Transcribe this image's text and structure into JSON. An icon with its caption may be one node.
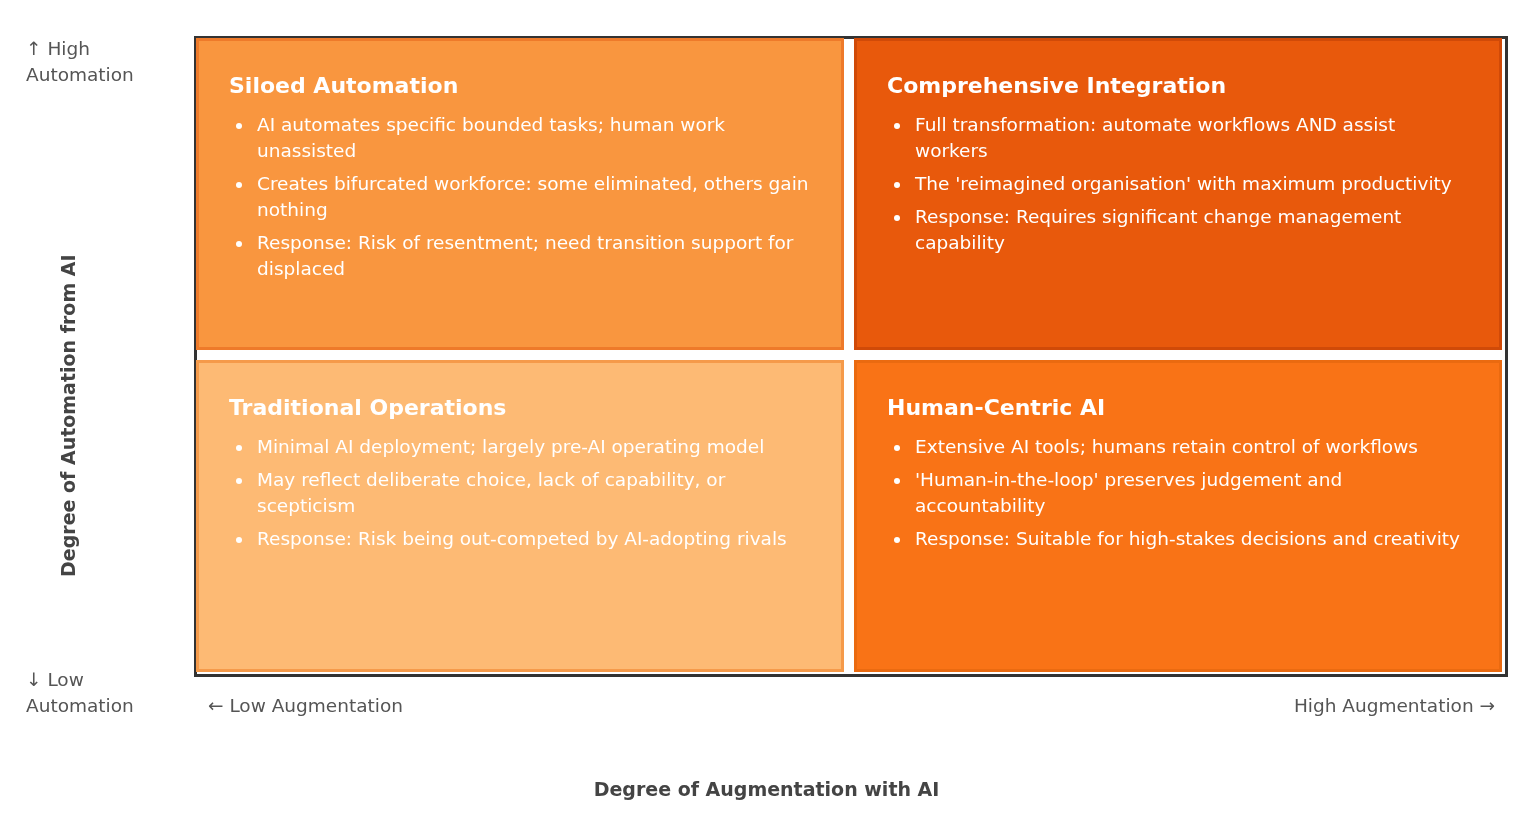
{
  "diagram": {
    "nodes": [
      {
        "text": [
          "Siloed Automation",
          "AI automates specific bounded tasks; human work unassisted",
          "Creates bifurcated workforce: some eliminated, others gain nothing",
          "Response: Risk of resentment; need transition support for displaced"
        ]
      },
      {
        "text": [
          "Comprehensive Integration",
          "Full transformation: automate workflows AND assist workers",
          "The 'reimagined organisation' with maximum productivity",
          "Response: Requires significant change management capability"
        ]
      },
      {
        "text": [
          "Traditional Operations",
          "Minimal AI deployment; largely pre-AI operating model",
          "May reflect deliberate choice, lack of capability, or scepticism",
          "Response: Risk being out-competed by AI-adopting rivals"
        ]
      },
      {
        "text": [
          "Human-Centric AI",
          "Extensive AI tools; humans retain control of workflows",
          "'Human-in-the-loop' preserves judgement and accountability",
          "Response: Suitable for high-stakes decisions and creativity"
        ]
      }
    ],
    "edges": [],
    "labels": [
      "↑ High Automation",
      "Degree of Automation from AI",
      "↓ Low Automation",
      "← Low Augmentation",
      "High Augmentation →",
      "Degree of Augmentation with AI"
    ]
  }
}
